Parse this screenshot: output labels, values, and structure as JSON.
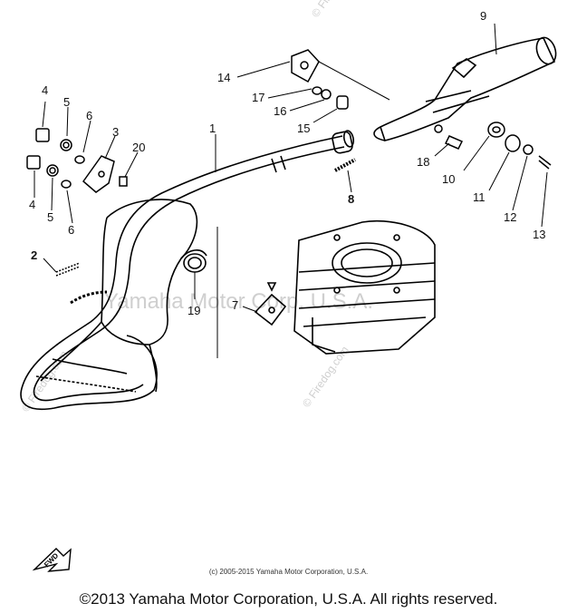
{
  "diagram": {
    "watermark": "Yamaha Motor Corp. U.S.A.",
    "watermark_side": "© Firedog.com",
    "fwd_label": "FWD",
    "callouts": [
      "1",
      "2",
      "3",
      "4",
      "4",
      "5",
      "5",
      "6",
      "6",
      "7",
      "8",
      "9",
      "10",
      "11",
      "12",
      "13",
      "14",
      "15",
      "16",
      "17",
      "18",
      "19",
      "20"
    ]
  },
  "footer": {
    "small_copyright": "(c) 2005-2015 Yamaha Motor Corporation, U.S.A.",
    "copyright": "©2013 Yamaha Motor Corporation, U.S.A. All rights reserved."
  }
}
